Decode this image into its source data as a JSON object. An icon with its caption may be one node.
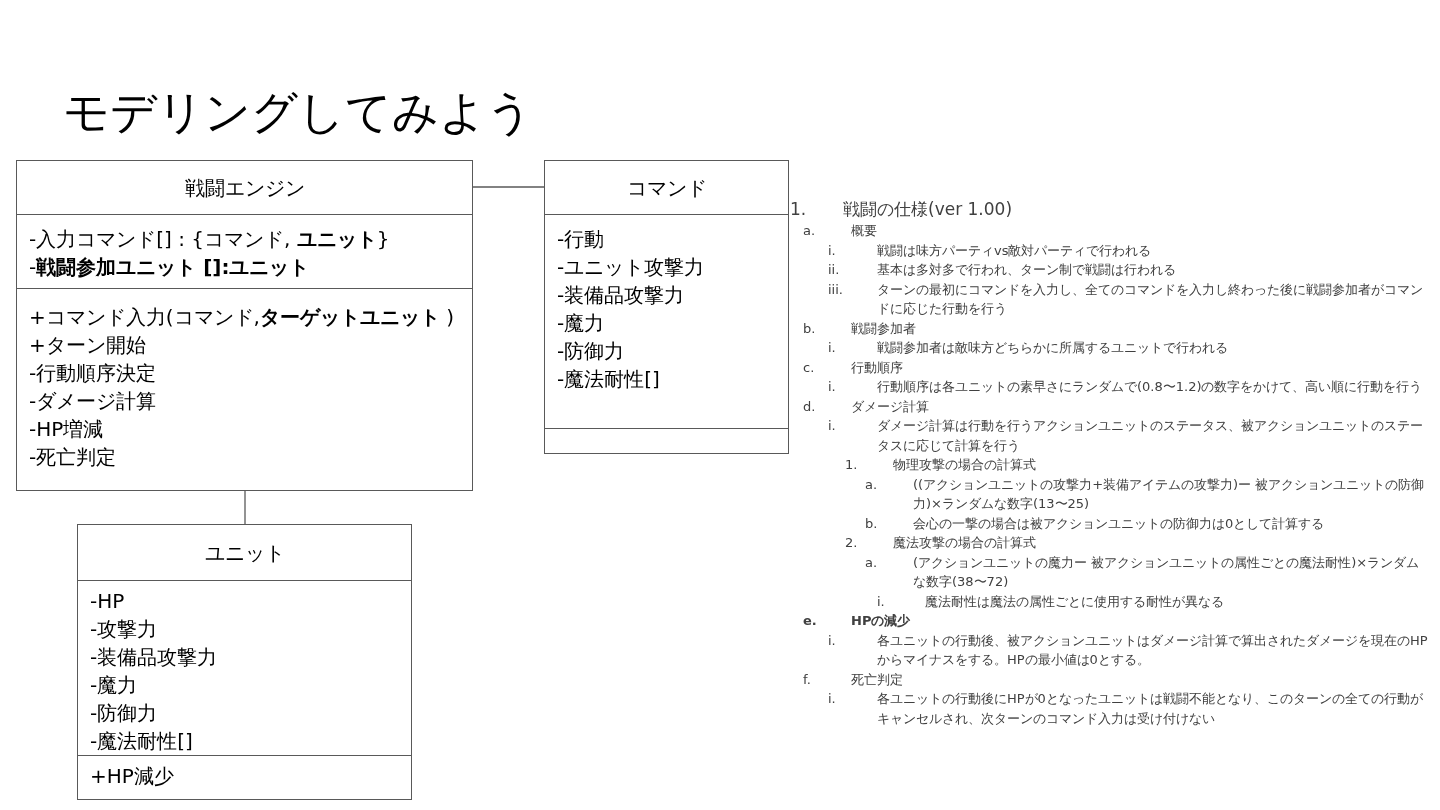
{
  "diagram": {
    "title": "モデリングしてみよう",
    "nodes": [
      {
        "text": [
          "戦闘エンジン"
        ]
      },
      {
        "text": [
          "-入力コマンド[] : {コマンド, **ユニット**}",
          "-**戦闘参加ユニット []:ユニット**"
        ],
        "in": 0
      },
      {
        "text": [
          "+コマンド入力(コマンド,**ターゲットユニット** )",
          "+ターン開始",
          "-行動順序決定",
          "-ダメージ計算",
          "-HP増減",
          "-死亡判定"
        ],
        "in": 0
      },
      {
        "text": [
          "コマンド"
        ]
      },
      {
        "text": [
          "-行動",
          "-ユニット攻撃力",
          "-装備品攻撃力",
          "-魔力",
          "-防御力",
          "-魔法耐性[]"
        ],
        "in": 3
      },
      {
        "text": [],
        "shape": "box",
        "in": 3
      },
      {
        "text": [
          "ユニット"
        ]
      },
      {
        "text": [
          "-HP",
          "-攻撃力",
          "-装備品攻撃力",
          "-魔力",
          "-防御力",
          "-魔法耐性[]"
        ],
        "in": 6
      },
      {
        "text": [
          "+HP減少"
        ],
        "in": 6
      }
    ],
    "edges": [
      {
        "from": 0,
        "to": 3,
        "arrow": "none"
      },
      {
        "from": 0,
        "to": 6,
        "arrow": "none"
      }
    ],
    "labels": [
      "1.",
      "戦闘の仕様(ver 1.00)",
      "a.",
      "概要",
      "i.",
      "戦闘は味方パーティvs敵対パーティで行われる",
      "ii.",
      "基本は多対多で行われ、ターン制で戦闘は行われる",
      "iii.",
      "ターンの最初にコマンドを入力し、全てのコマンドを入力し終わった後に戦闘参加者がコマンドに応じた行動を行う",
      "b.",
      "戦闘参加者",
      "i.",
      "戦闘参加者は敵味方どちらかに所属するユニットで行われる",
      "c.",
      "行動順序",
      "i.",
      "行動順序は各ユニットの素早さにランダムで(0.8〜1.2)の数字をかけて、高い順に行動を行う",
      "d.",
      "ダメージ計算",
      "i.",
      "ダメージ計算は行動を行うアクションユニットのステータス、被アクションユニットのステータスに応じて計算を行う",
      "1.",
      "物理攻撃の場合の計算式",
      "a.",
      "((アクションユニットの攻撃力+装備アイテムの攻撃力)ー 被アクションユニットの防御力)×ランダムな数字(13〜25)",
      "b.",
      "会心の一撃の場合は被アクションユニットの防御力は0として計算する",
      "2.",
      "魔法攻撃の場合の計算式",
      "a.",
      "(アクションユニットの魔力ー 被アクションユニットの属性ごとの魔法耐性)×ランダムな数字(38〜72)",
      "i.",
      "魔法耐性は魔法の属性ごとに使用する耐性が異なる",
      "e.",
      "HPの減少",
      "i.",
      "各ユニットの行動後、被アクションユニットはダメージ計算で算出されたダメージを現在のHPからマイナスをする。HPの最小値は0とする。",
      "f.",
      "死亡判定",
      "i.",
      "各ユニットの行動後にHPが0となったユニットは戦闘不能となり、このターンの全ての行動がキャンセルされ、次ターンのコマンド入力は受け付けない"
    ]
  }
}
